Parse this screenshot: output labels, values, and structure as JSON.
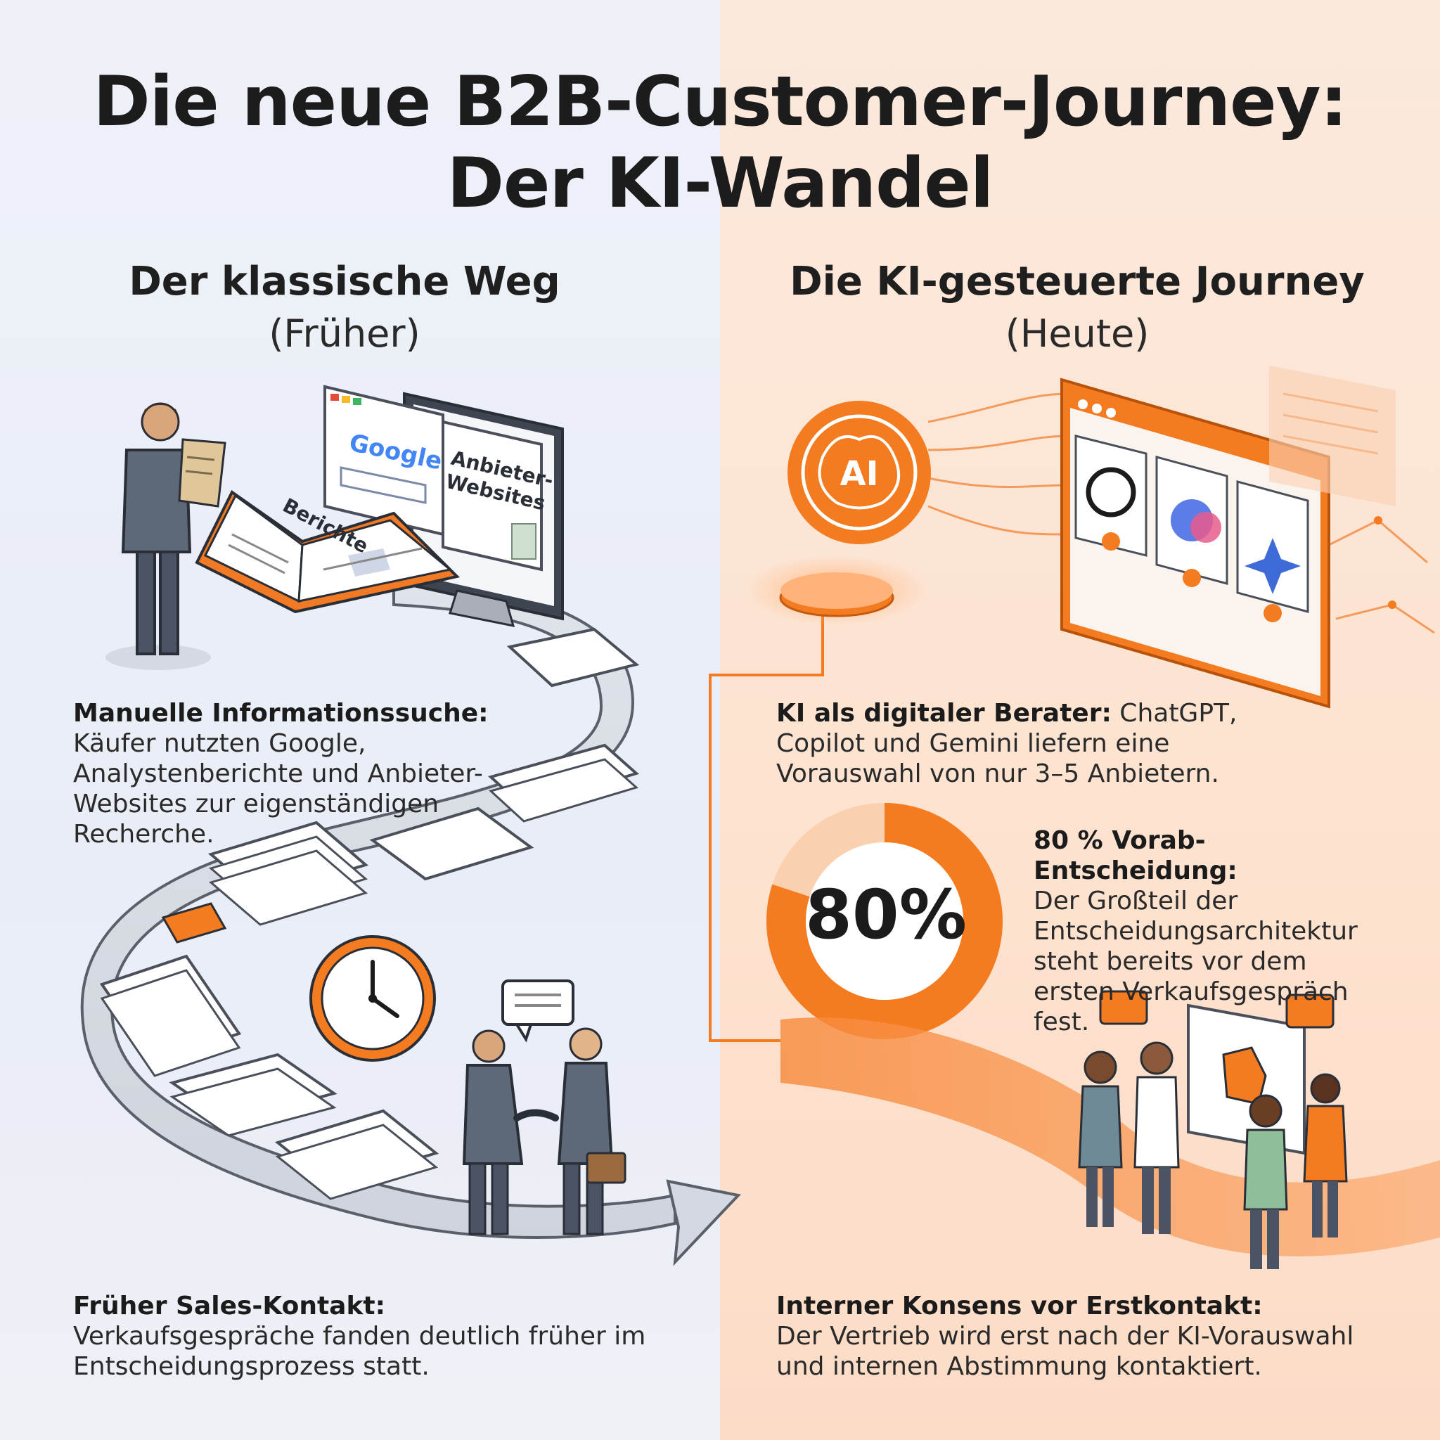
{
  "title": {
    "line1": "Die neue B2B-Customer-Journey:",
    "line2": "Der KI-Wandel"
  },
  "left": {
    "heading": "Der klassische Weg",
    "subheading": "(Früher)",
    "labels": {
      "reports": "Berichte",
      "search": "Google",
      "vendor_sites": "Anbieter-\nWebsites"
    },
    "info1": {
      "bold": "Manuelle Informationssuche:",
      "text": " Käufer nutzten Google, Analystenberichte und Anbieter-Websites zur eigenständigen Recherche."
    },
    "info2": {
      "bold": "Früher Sales-Kontakt:",
      "text": "Verkaufsgespräche fanden deutlich früher im Entscheidungsprozess statt."
    }
  },
  "right": {
    "heading": "Die KI-gesteuerte Journey",
    "subheading": "(Heute)",
    "ai_badge": "AI",
    "info1": {
      "bold": "KI als digitaler Berater:",
      "text": " ChatGPT, Copilot und Gemini liefern eine Vorauswahl von nur 3–5 Anbietern."
    },
    "stat": {
      "value": "80%",
      "fraction": 0.8,
      "bold": "80 % Vorab-Entscheidung:",
      "text": "Der Großteil der Entscheidungsarchitektur steht bereits vor dem ersten Verkaufsgespräch fest."
    },
    "info2": {
      "bold": "Interner Konsens vor Erstkontakt:",
      "text": "Der Vertrieb wird erst nach der KI-Vorauswahl und internen Abstimmung kontaktiert."
    }
  },
  "colors": {
    "left_bg": "#eef1f8",
    "right_bg": "#fde3d0",
    "accent_orange": "#f47b20",
    "suit_gray": "#5d6878",
    "path_gray": "#c9cdd6"
  }
}
